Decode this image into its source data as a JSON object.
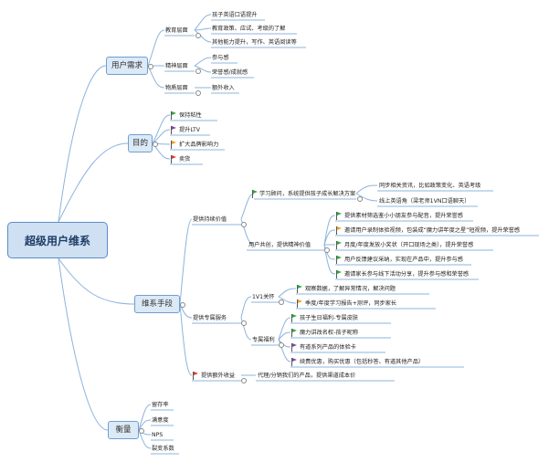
{
  "root": {
    "label": "超级用户维系"
  },
  "branches": {
    "user_needs": {
      "label": "用户需求",
      "education": {
        "label": "教育层面",
        "items": [
          "孩子英语口语提升",
          "教育政策、应试、考级的了解",
          "其他能力提升，写作、英语阅读等"
        ]
      },
      "spirit": {
        "label": "精神层面",
        "items": [
          "参与感",
          "荣誉感/成就感"
        ]
      },
      "material": {
        "label": "物质层面",
        "items": [
          "额外收入"
        ]
      }
    },
    "goals": {
      "label": "目的",
      "items": [
        "保持粘性",
        "提升LTV",
        "扩大品牌影响力",
        "卖货"
      ]
    },
    "methods": {
      "label": "维系手段",
      "continuous_value": {
        "label": "提供持续价值",
        "learning_advisor": {
          "label": "学习顾问，系统提供孩子成长解决方案",
          "items": [
            "同步相关资讯，比如政策变化、英语考级",
            "线上英语角（梁老师1VN口语聊天）"
          ]
        },
        "co_creation": {
          "label": "用户共创，提供精神价值",
          "items": [
            "提供素材筛选鉴小小朋友参与配音，提升荣誉感",
            "邀请用户录制体验视频，包装成“魔力讲年度之星”短视频，提升荣誉感",
            "月度/年度发放小奖状（开口现场之类），提升荣誉感",
            "用户反馈建议采纳，实现在产品中，提升参与感",
            "邀请家长参与线下活动分享，提升参与感和荣誉感"
          ]
        }
      },
      "exclusive_service": {
        "label": "提供专属服务",
        "care": {
          "label": "1V1关怀",
          "items": [
            "观察数据，了解异常情况，解决问题",
            "季度/年度学习报告+测评，同步家长"
          ]
        },
        "benefits": {
          "label": "专属福利",
          "items": [
            "孩子生日福利-专属皮肤",
            "魔力讲改名权-孩子昵称",
            "有道系列产品的体验卡",
            "续费优惠，购买优惠（包括秒答、有道其他产品）"
          ]
        }
      },
      "extra_income": {
        "label": "提供额外收益",
        "items": [
          "代理/分销我们的产品，提供渠道成本价"
        ]
      }
    },
    "metrics": {
      "label": "衡量",
      "items": [
        "留存率",
        "满意度",
        "NPS",
        "裂变系数"
      ]
    }
  },
  "colors": {
    "line": "#8db4dc",
    "flag_green": "#2eaa44",
    "flag_purple": "#7b4aa8",
    "flag_orange": "#f0a020",
    "flag_red": "#e03a2e"
  }
}
